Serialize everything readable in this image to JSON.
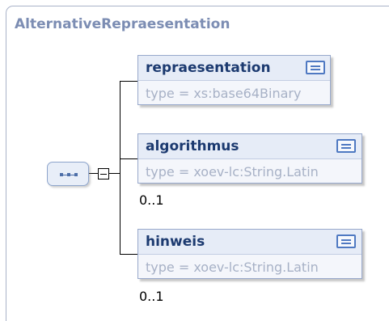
{
  "diagram": {
    "title": "AlternativeRepraesentation",
    "compositor": "sequence",
    "elements": [
      {
        "name": "repraesentation",
        "type": "type = xs:base64Binary",
        "occurrence": "",
        "doc_icon": "documentation-icon"
      },
      {
        "name": "algorithmus",
        "type": "type = xoev-lc:String.Latin",
        "occurrence": "0..1",
        "doc_icon": "documentation-icon"
      },
      {
        "name": "hinweis",
        "type": "type = xoev-lc:String.Latin",
        "occurrence": "0..1",
        "doc_icon": "documentation-icon"
      }
    ]
  }
}
